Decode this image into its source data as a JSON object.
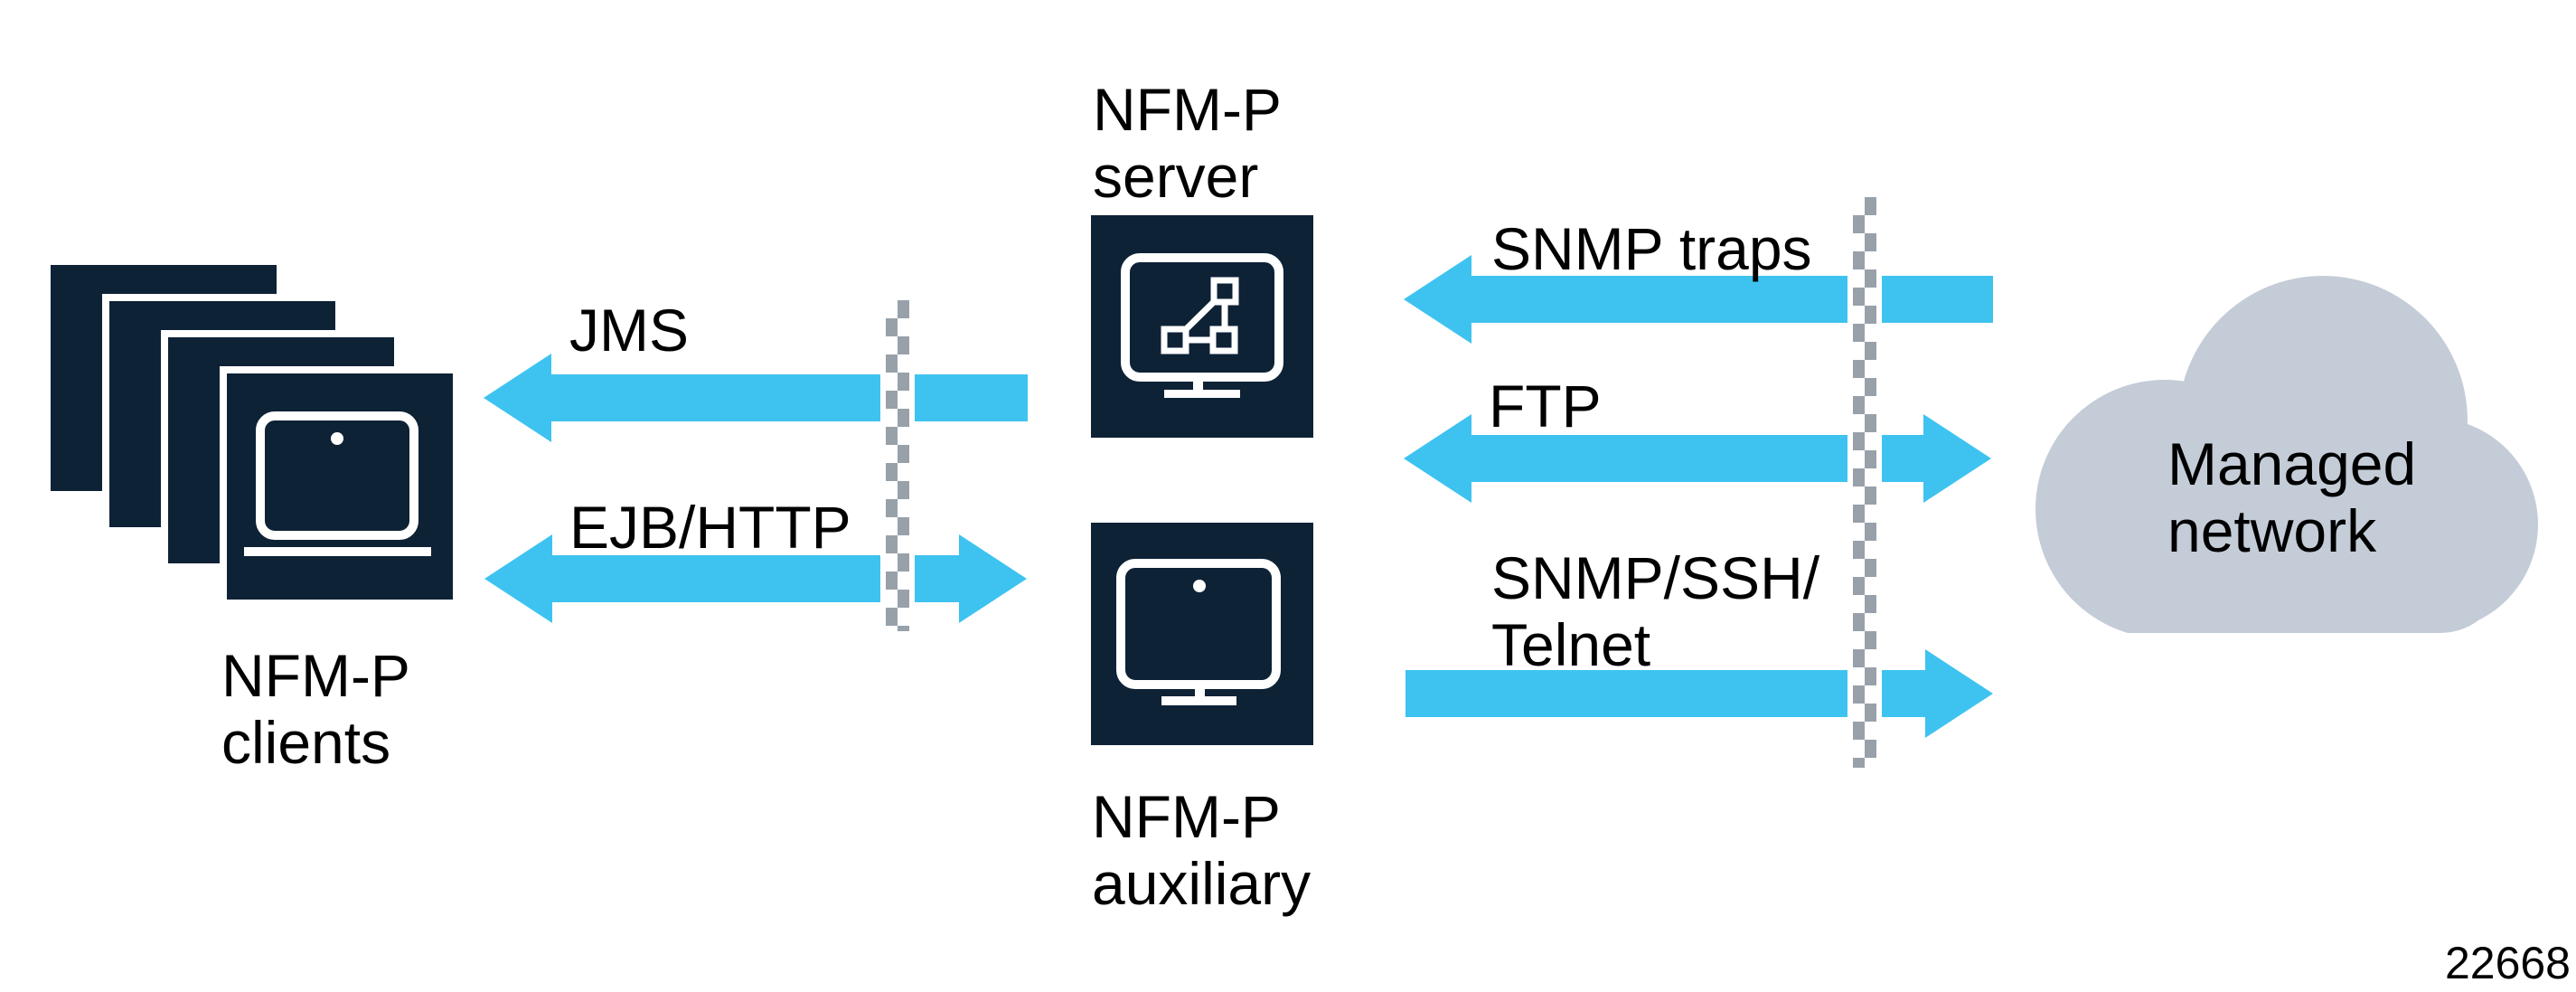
{
  "title": "NFM-P architecture diagram",
  "figure_number": "22668",
  "colors": {
    "navy": "#0E2236",
    "cyan": "#3EC3F0",
    "firewall": "#98A1A9",
    "cloud": "#C4CCD7",
    "text": "#000000",
    "bg": "#FFFFFF"
  },
  "nodes": {
    "clients": {
      "label_line1": "NFM-P",
      "label_line2": "clients",
      "icon": "stacked-laptop-squares",
      "stack_count": 4
    },
    "server": {
      "label_line1": "NFM-P",
      "label_line2": "server",
      "icon": "monitor-with-topology"
    },
    "auxiliary": {
      "label_line1": "NFM-P",
      "label_line2": "auxiliary",
      "icon": "monitor"
    },
    "managed_network": {
      "label_line1": "Managed",
      "label_line2": "network",
      "icon": "cloud"
    }
  },
  "links": [
    {
      "id": "jms",
      "label": "JMS",
      "direction": "left",
      "from": "server",
      "to": "clients",
      "crosses_firewall": true
    },
    {
      "id": "ejb-http",
      "label": "EJB/HTTP",
      "direction": "both",
      "from": "clients",
      "to": "server",
      "crosses_firewall": true
    },
    {
      "id": "snmp-traps",
      "label": "SNMP traps",
      "direction": "left",
      "from": "managed_network",
      "to": "server",
      "crosses_firewall": true
    },
    {
      "id": "ftp",
      "label": "FTP",
      "direction": "both",
      "from": "server",
      "to": "managed_network",
      "crosses_firewall": true
    },
    {
      "id": "snmp-ssh-telnet",
      "label_line1": "SNMP/SSH/",
      "label_line2": "Telnet",
      "direction": "right",
      "from": "auxiliary",
      "to": "managed_network",
      "crosses_firewall": true
    }
  ],
  "firewalls": [
    {
      "id": "left-firewall",
      "position": "between clients and server"
    },
    {
      "id": "right-firewall",
      "position": "between server/auxiliary and managed network"
    }
  ]
}
